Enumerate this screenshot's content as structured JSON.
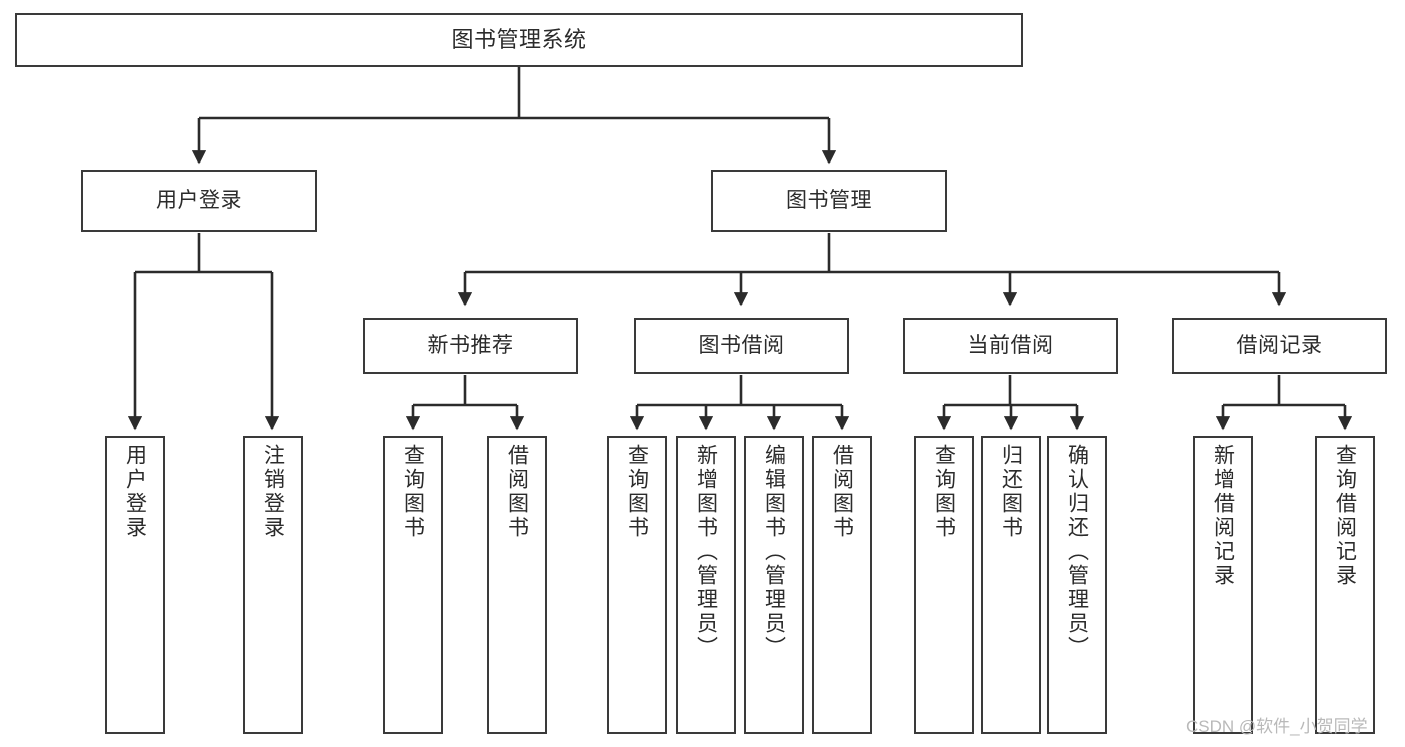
{
  "diagram": {
    "type": "tree",
    "title": "图书管理系统",
    "watermark": "CSDN @软件_小贺同学",
    "colors": {
      "stroke": "#3a3a3a",
      "fill": "#ffffff",
      "text": "#2b2b2b",
      "watermark": "#b9b9b9"
    },
    "levels": {
      "root": {
        "label": "图书管理系统"
      },
      "level2": [
        {
          "label": "用户登录"
        },
        {
          "label": "图书管理"
        }
      ],
      "level3": [
        {
          "label": "新书推荐"
        },
        {
          "label": "图书借阅"
        },
        {
          "label": "当前借阅"
        },
        {
          "label": "借阅记录"
        }
      ],
      "leaves": {
        "user_login": [
          {
            "label": "用户登录"
          },
          {
            "label": "注销登录"
          }
        ],
        "new_book_recommend": [
          {
            "label": "查询图书"
          },
          {
            "label": "借阅图书"
          }
        ],
        "book_borrow": [
          {
            "label": "查询图书"
          },
          {
            "label": "新增图书（管理员）"
          },
          {
            "label": "编辑图书（管理员）"
          },
          {
            "label": "借阅图书"
          }
        ],
        "current_borrow": [
          {
            "label": "查询图书"
          },
          {
            "label": "归还图书"
          },
          {
            "label": "确认归还（管理员）"
          }
        ],
        "borrow_record": [
          {
            "label": "新增借阅记录"
          },
          {
            "label": "查询借阅记录"
          }
        ]
      }
    }
  }
}
